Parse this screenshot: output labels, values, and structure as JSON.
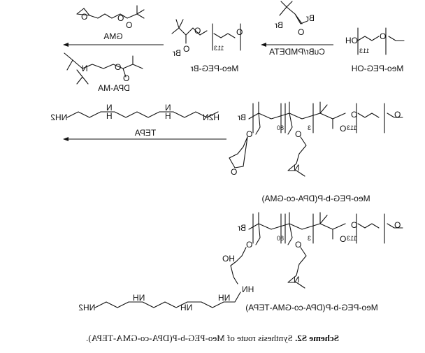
{
  "reagents": {
    "step1": "CuBr/PMDETA",
    "step2_a": "GMA",
    "step2_b": "DPA-MA",
    "step3": "TEPA"
  },
  "compounds": {
    "start": "Meo-PEG-OH",
    "macroinitiator": "Meo-PEG-Br",
    "copolymer": "Meo-PEG-b-P(DPA-co-GMA)",
    "product": "Meo-PEG-b-P(DPA-co-GMA-TEPA)"
  },
  "atoms": {
    "oh": "OH",
    "br": "Br",
    "o": "O",
    "n": "N",
    "h": "H",
    "nh": "NH",
    "hn": "HN",
    "hn2": "H2N",
    "nh2": "NH2",
    "ho": "HO",
    "n113": "113",
    "n80": "80",
    "n3": "3"
  },
  "caption": {
    "label": "Scheme S2.",
    "text": "Synthesis route of Meo-PEG-b-P(DPA-co-GMA-TEPA)."
  }
}
